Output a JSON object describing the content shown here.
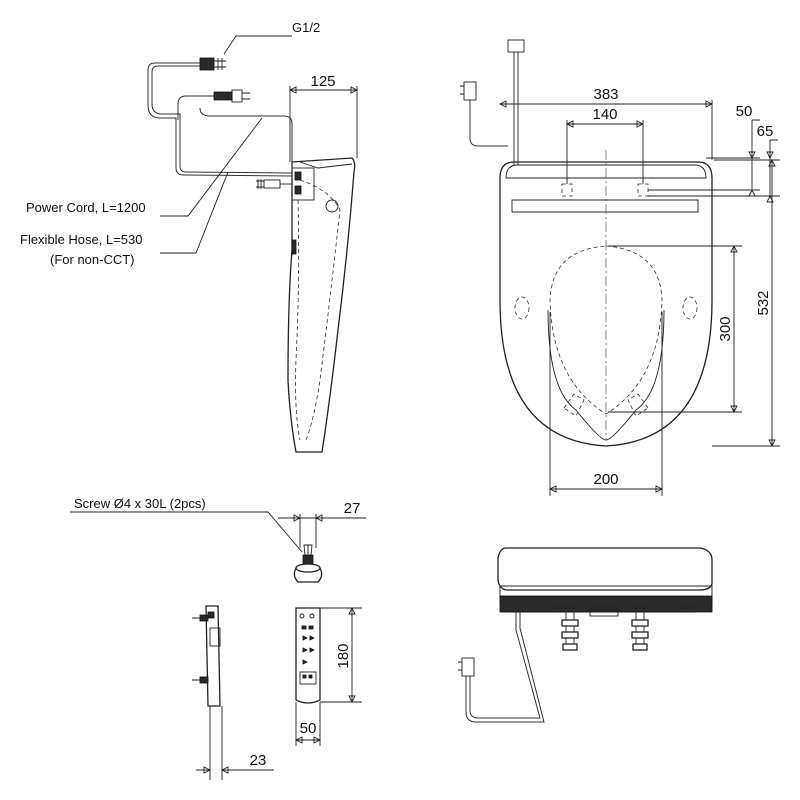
{
  "labels": {
    "g_thread": "G1/2",
    "power_cord": "Power Cord, L=1200",
    "flexible_hose": "Flexible Hose, L=530",
    "for_non_cct": "(For non-CCT)",
    "screw": "Screw Ø4 x 30L (2pcs)"
  },
  "dimensions": {
    "side_depth": "125",
    "overall_width": "383",
    "hole_spacing": "140",
    "rear_offset_a": "50",
    "rear_offset_b": "65",
    "overall_length": "532",
    "bowl_length": "300",
    "bowl_width": "200",
    "screw_head": "27",
    "remote_height": "180",
    "remote_width": "50",
    "remote_depth": "23"
  }
}
